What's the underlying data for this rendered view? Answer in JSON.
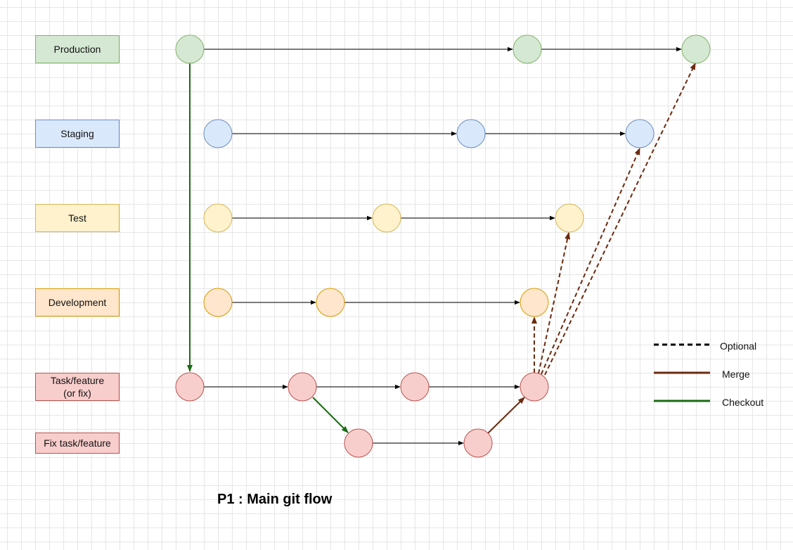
{
  "lanes": {
    "production": "Production",
    "staging": "Staging",
    "test": "Test",
    "development": "Development",
    "task": "Task/feature\n(or fix)",
    "fix": "Fix task/feature"
  },
  "legend": {
    "optional": "Optional",
    "merge": "Merge",
    "checkout": "Checkout"
  },
  "caption": "P1 : Main git flow",
  "colors": {
    "production_fill": "#d5e8d4",
    "production_stroke": "#82b366",
    "staging_fill": "#dae8fc",
    "staging_stroke": "#6c8ebf",
    "test_fill": "#fff2cc",
    "test_stroke": "#d6b656",
    "development_fill": "#ffe6cc",
    "development_stroke": "#d79b00",
    "task_fill": "#f8cecc",
    "task_stroke": "#b85450",
    "merge": "#6b2a0e",
    "checkout": "#1a6b12",
    "flow": "#000000"
  }
}
